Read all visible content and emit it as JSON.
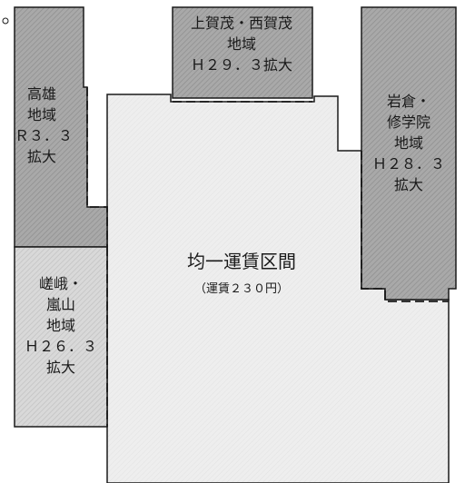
{
  "colors": {
    "center_fill": "#eeeeee",
    "region_fill_dark": "#a9a9a9",
    "region_fill_light": "#d8d8d8",
    "outline": "#1a1a1a"
  },
  "center": {
    "title": "均一運賃区間",
    "subtitle": "（運賃２３０円）"
  },
  "regions": {
    "kamigamo": {
      "lines": [
        "上賀茂・西賀茂",
        "地域",
        "Ｈ２９．３拡大"
      ]
    },
    "takao": {
      "lines": [
        "高雄",
        "地域",
        "Ｒ３．３",
        "拡大"
      ]
    },
    "iwakura": {
      "lines": [
        "岩倉・",
        "修学院",
        "地域",
        "Ｈ２８．３",
        "拡大"
      ]
    },
    "saga": {
      "lines": [
        "嵯峨・",
        "嵐山",
        "地域",
        "Ｈ２６．３",
        "拡大"
      ]
    }
  }
}
